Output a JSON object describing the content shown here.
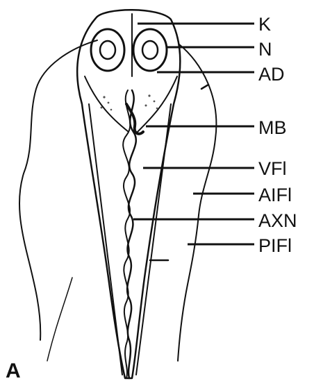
{
  "figure": {
    "panel_letter": "A",
    "labels": {
      "k": "K",
      "n": "N",
      "ad": "AD",
      "mb": "MB",
      "vfl": "VFl",
      "aifl": "AIFl",
      "axn": "AXN",
      "pifl": "PIFl"
    }
  }
}
